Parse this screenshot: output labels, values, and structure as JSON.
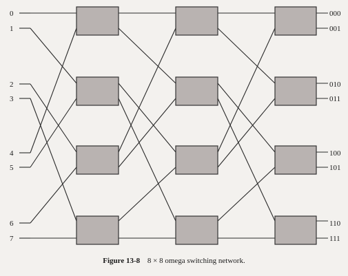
{
  "inputs": [
    "0",
    "1",
    "2",
    "3",
    "4",
    "5",
    "6",
    "7"
  ],
  "outputs": [
    "000",
    "001",
    "010",
    "011",
    "100",
    "101",
    "110",
    "111"
  ],
  "caption": {
    "figure": "Figure 13-8",
    "text": "8 × 8 omega switching network."
  },
  "colors": {
    "switch_fill": "#b9b3b1",
    "wire": "#2a2a2a",
    "background": "#f3f1ee"
  }
}
